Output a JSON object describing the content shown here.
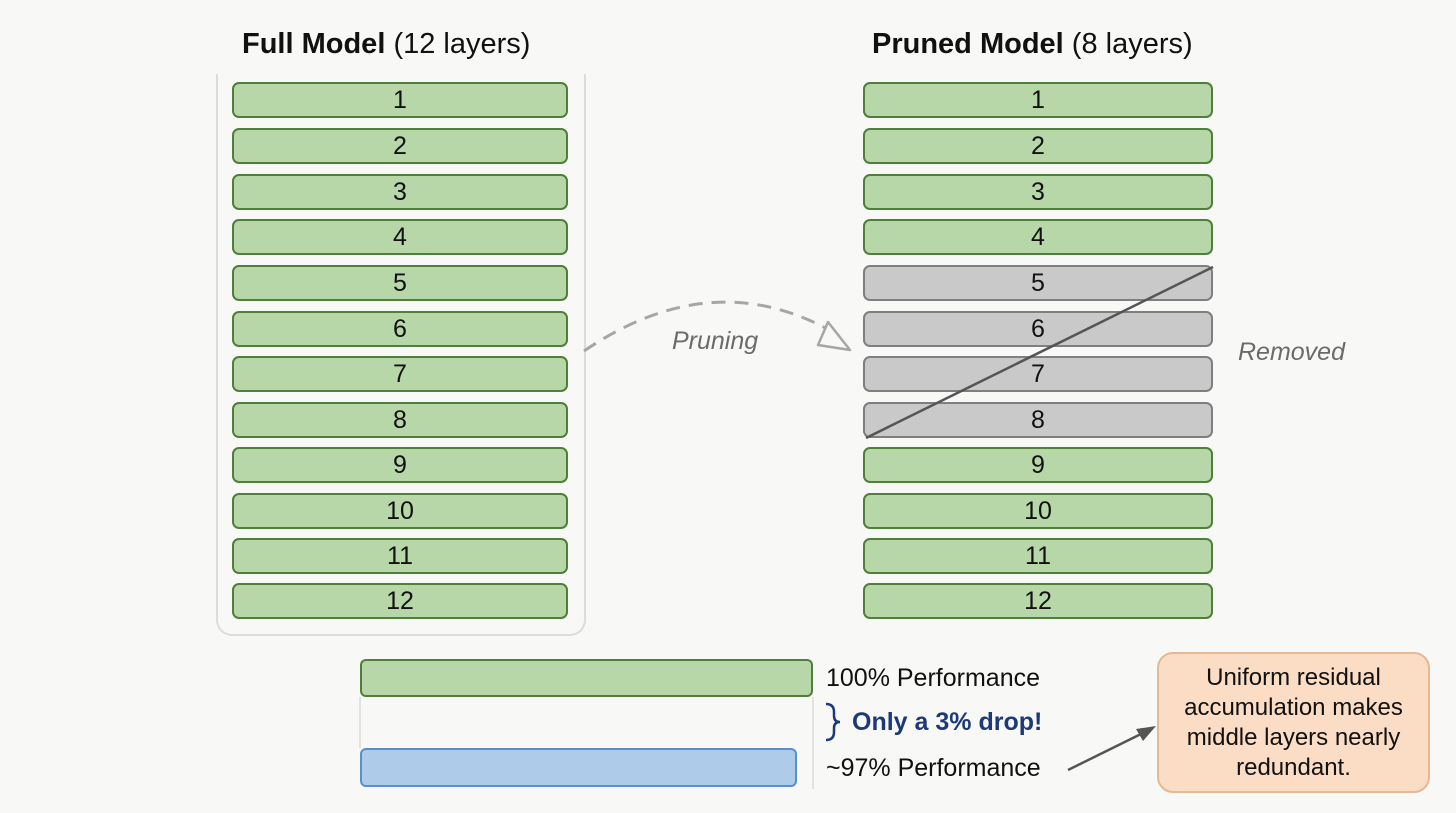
{
  "full_model": {
    "title_bold": "Full Model",
    "title_rest": "(12 layers)",
    "layers": [
      "1",
      "2",
      "3",
      "4",
      "5",
      "6",
      "7",
      "8",
      "9",
      "10",
      "11",
      "12"
    ]
  },
  "pruned_model": {
    "title_bold": "Pruned Model",
    "title_rest": "(8 layers)",
    "layers": [
      "1",
      "2",
      "3",
      "4",
      "5",
      "6",
      "7",
      "8",
      "9",
      "10",
      "11",
      "12"
    ],
    "removed_layers": [
      "5",
      "6",
      "7",
      "8"
    ]
  },
  "arrow_label": "Pruning",
  "removed_label": "Removed",
  "performance": {
    "full_label": "100% Performance",
    "full_value_percent": 100,
    "pruned_label": "~97% Performance",
    "pruned_value_percent": 97,
    "drop_label": "Only a 3% drop!"
  },
  "note": "Uniform residual accumulation makes middle layers nearly redundant.",
  "colors": {
    "kept_fill": "#b7d7a8",
    "kept_border": "#4f7f3a",
    "removed_fill": "#c9c9c9",
    "removed_border": "#7f7f7f",
    "pruned_perf_fill": "#aecbea",
    "drop_text": "#1d3a78",
    "note_fill": "#fbdcc4"
  }
}
